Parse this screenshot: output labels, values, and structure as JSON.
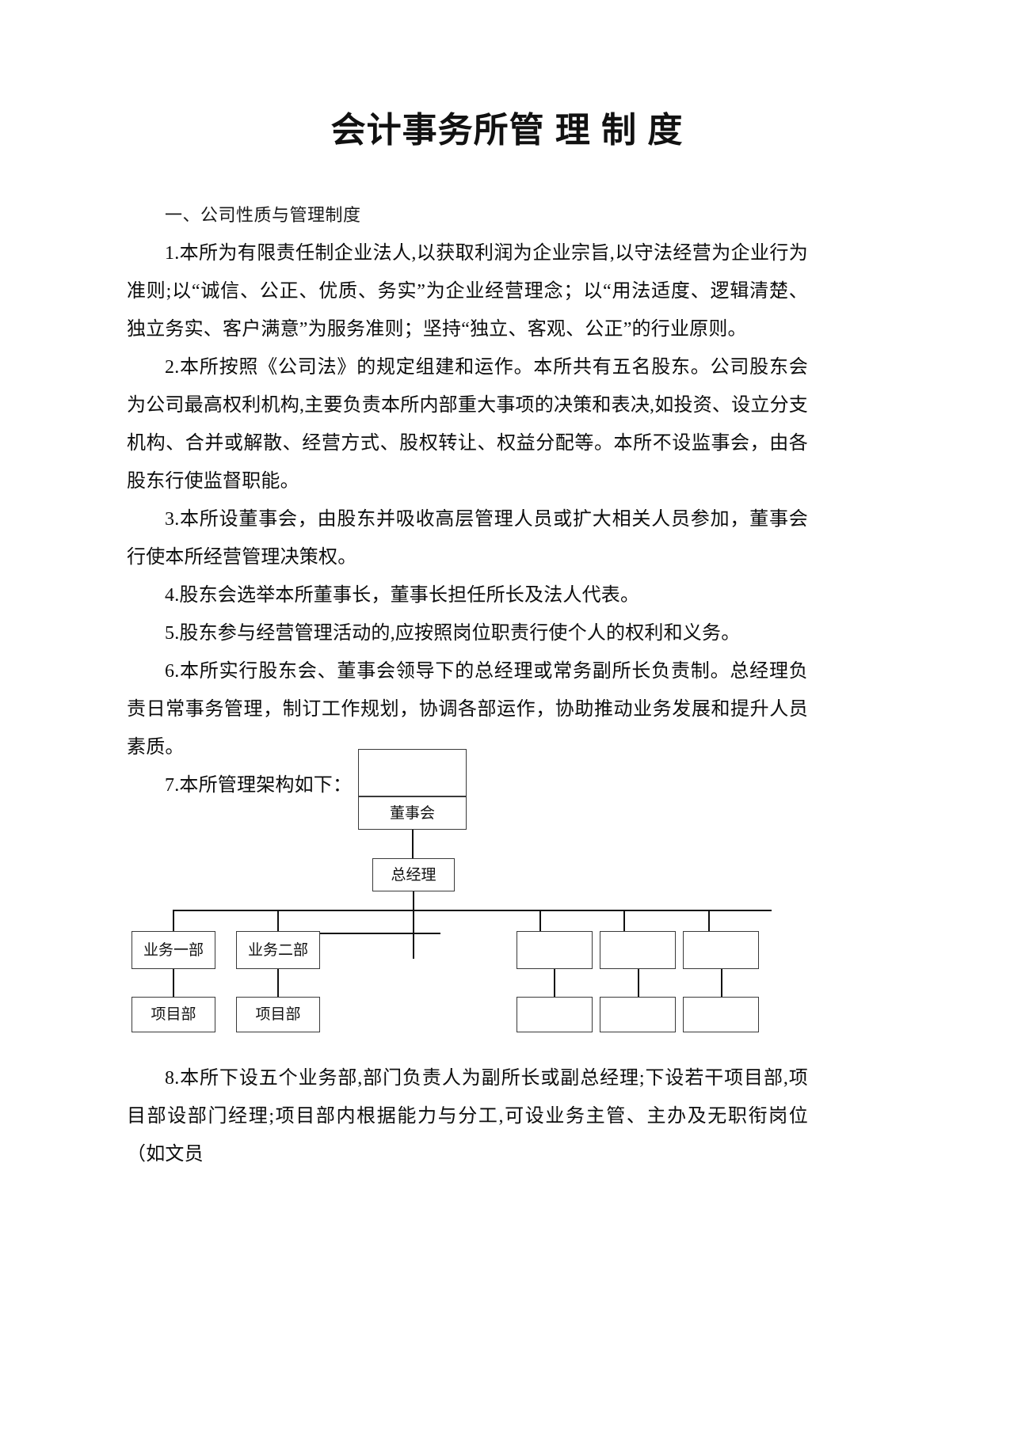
{
  "document": {
    "title": "会计事务所管 理 制 度",
    "section_heading": "一、公司性质与管理制度",
    "paragraphs": [
      "1.本所为有限责任制企业法人,以获取利润为企业宗旨,以守法经营为企业行为准则;以“诚信、公正、优质、务实”为企业经营理念；以“用法适度、逻辑清楚、独立务实、客户满意”为服务准则；坚持“独立、客观、公正”的行业原则。",
      "2.本所按照《公司法》的规定组建和运作。本所共有五名股东。公司股东会为公司最高权利机构,主要负责本所内部重大事项的决策和表决,如投资、设立分支机构、合并或解散、经营方式、股权转让、权益分配等。本所不设监事会，由各股东行使监督职能。",
      "3.本所设董事会，由股东并吸收高层管理人员或扩大相关人员参加，董事会行使本所经营管理决策权。",
      "4.股东会选举本所董事长，董事长担任所长及法人代表。",
      "5.股东参与经营管理活动的,应按照岗位职责行使个人的权利和义务。",
      "6.本所实行股东会、董事会领导下的总经理或常务副所长负责制。总经理负责日常事务管理，制订工作规划，协调各部运作，协助推动业务发展和提升人员素质。",
      "7.本所管理架构如下："
    ],
    "closing_paragraph": "8.本所下设五个业务部,部门负责人为副所长或副总经理;下设若干项目部,项目部设部门经理;项目部内根据能力与分工,可设业务主管、主办及无职衔岗位（如文员"
  },
  "orgchart": {
    "board_top_label": "",
    "board_label": "董事会",
    "gm_label": "总经理",
    "departments": [
      {
        "label": "业务一部"
      },
      {
        "label": "业务二部"
      },
      {
        "label": ""
      },
      {
        "label": ""
      },
      {
        "label": ""
      }
    ],
    "projects": [
      {
        "label": "项目部"
      },
      {
        "label": "项目部"
      },
      {
        "label": ""
      },
      {
        "label": ""
      },
      {
        "label": ""
      }
    ]
  },
  "colors": {
    "page_background": "#ffffff",
    "text": "#000000",
    "box_border": "#3a3a3a",
    "connector": "#111111"
  }
}
